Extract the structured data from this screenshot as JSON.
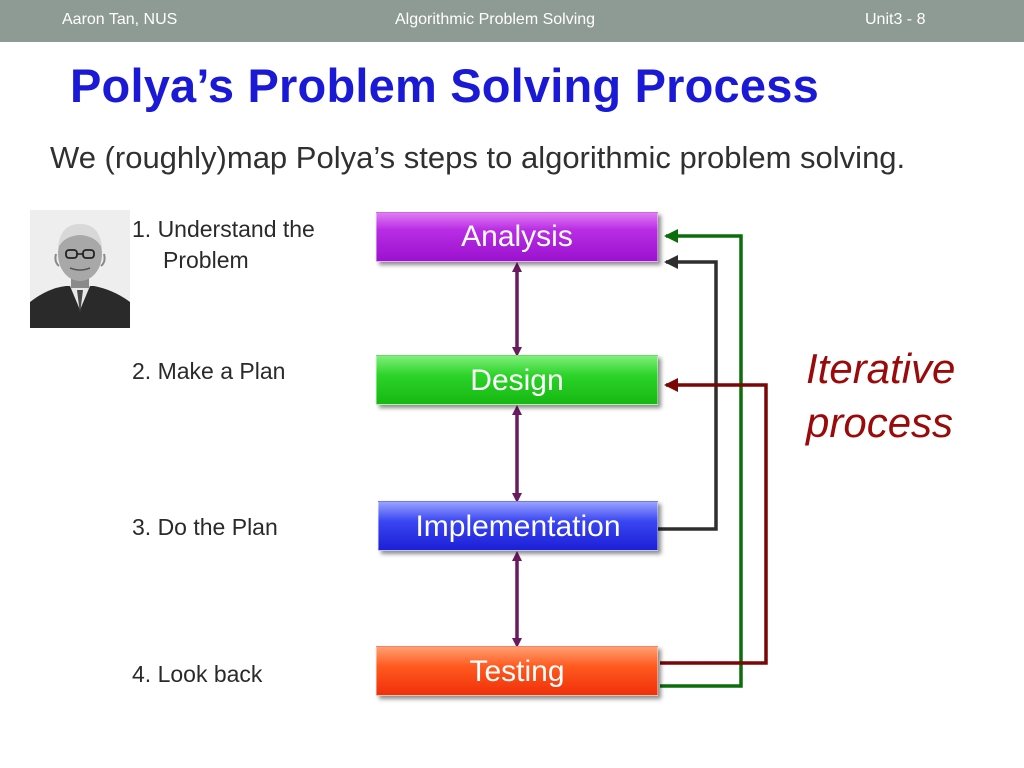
{
  "header": {
    "author": "Aaron Tan, NUS",
    "course": "Algorithmic Problem Solving",
    "slide_number": "Unit3 - 8"
  },
  "title": "Polya’s Problem Solving Process",
  "subtitle": "We (roughly)map Polya’s steps to algorithmic problem solving.",
  "steps": [
    {
      "line1": "1. Understand the",
      "line2": "Problem"
    },
    {
      "line1": "2. Make a Plan"
    },
    {
      "line1": "3. Do the Plan"
    },
    {
      "line1": "4. Look back"
    }
  ],
  "phases": [
    {
      "label": "Analysis",
      "color": "#b82de4"
    },
    {
      "label": "Design",
      "color": "#2cd329"
    },
    {
      "label": "Implementation",
      "color": "#3a46f2"
    },
    {
      "label": "Testing",
      "color": "#ff5a1f"
    }
  ],
  "annotation": {
    "line1": "Iterative",
    "line2": "process",
    "color": "#9a0a0a"
  },
  "colors": {
    "header_bg": "#8e9b94",
    "title": "#1a1ad6",
    "double_arrow": "#6a1a5e",
    "loop_testing_to_analysis": "#0b6e0b",
    "loop_testing_to_design": "#7a0606",
    "loop_impl_to_analysis": "#2e2e2e"
  },
  "icons": {
    "portrait": "portrait-photo"
  }
}
